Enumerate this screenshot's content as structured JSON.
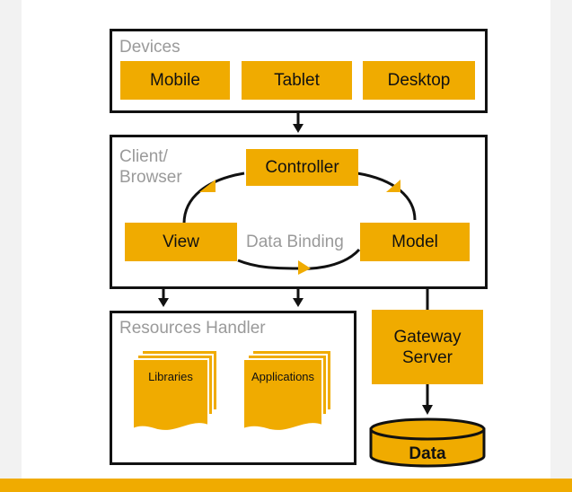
{
  "devices": {
    "label": "Devices",
    "items": [
      "Mobile",
      "Tablet",
      "Desktop"
    ]
  },
  "client": {
    "label": "Client/\nBrowser",
    "controller": "Controller",
    "view": "View",
    "model": "Model",
    "binding": "Data Binding"
  },
  "resources": {
    "label": "Resources Handler",
    "libraries": "Libraries",
    "applications": "Applications"
  },
  "gateway": "Gateway\nServer",
  "data": "Data",
  "colors": {
    "accent": "#f0ab00",
    "line": "#111111",
    "label": "#9a9a9a",
    "side_band": "#f2f2f2"
  }
}
